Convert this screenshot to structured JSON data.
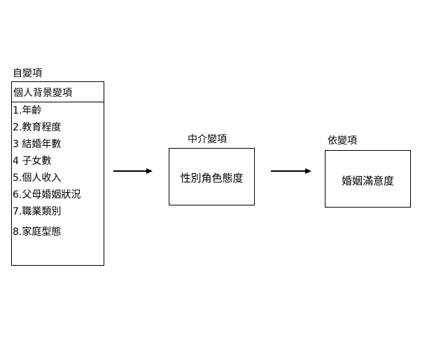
{
  "independent": {
    "heading": "自變項",
    "box_title": "個人背景變項",
    "items": [
      "1.年齡",
      "2.教育程度",
      "3 結婚年數",
      "4 子女數",
      "5.個人收入",
      "6.父母婚姻狀況",
      "7.職業類別",
      "8.家庭型態"
    ]
  },
  "mediator": {
    "heading": "中介變項",
    "box_text": "性別角色態度"
  },
  "dependent": {
    "heading": "依變項",
    "box_text": "婚姻滿意度"
  },
  "colors": {
    "line": "#000000",
    "background": "#ffffff"
  }
}
